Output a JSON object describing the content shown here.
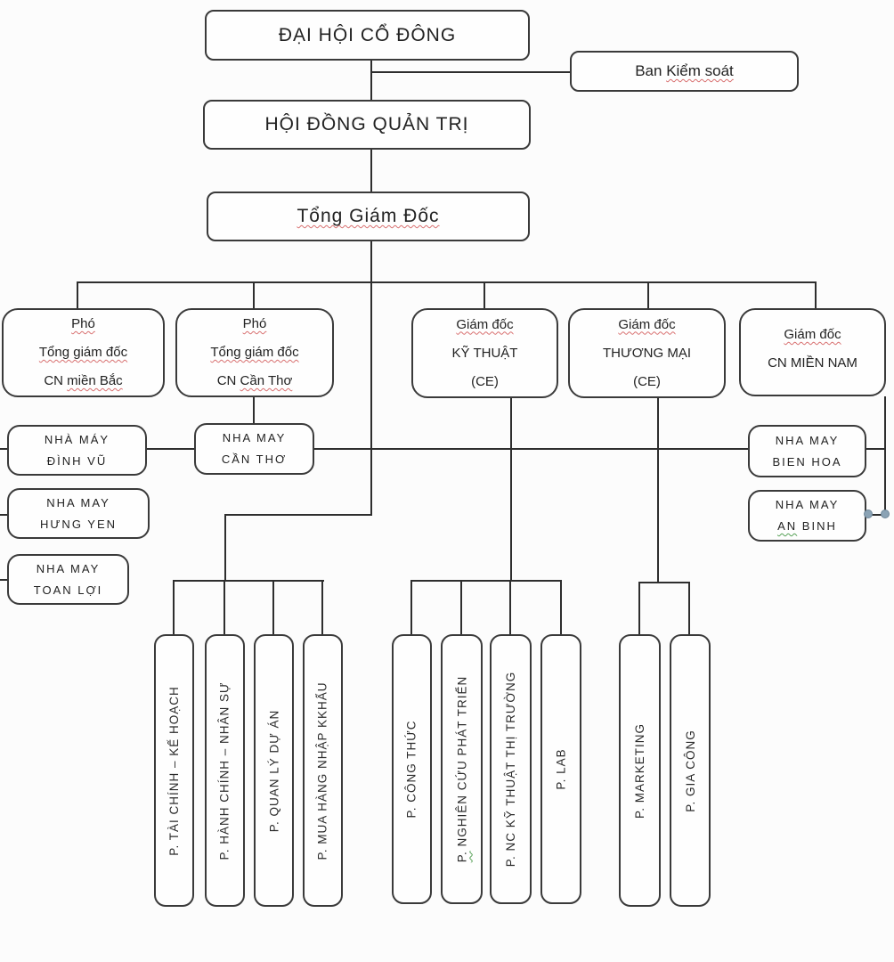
{
  "palette": {
    "line": "#2e2e2e",
    "box_border": "#3a3a3a",
    "text": "#222222",
    "squiggle_red": "#d87070",
    "squiggle_green": "#55a055",
    "selection_handle": "#8ba3b5",
    "background": "#fcfcfc"
  },
  "org": {
    "shareholders_meeting": "ĐẠI HỘI CỔ ĐÔNG",
    "supervisory_board": {
      "prefix": "Ban ",
      "flagged": "Kiểm soát"
    },
    "board_of_directors": "HỘI ĐỒNG QUẢN TRỊ",
    "general_director": "Tổng Giám Đốc",
    "deputy_north": {
      "l1": "Phó",
      "l2": "Tổng giám đốc",
      "l3a": "CN ",
      "l3b": "miền Bắc"
    },
    "deputy_can_tho": {
      "l1": "Phó",
      "l2": "Tổng giám đốc",
      "l3a": "CN ",
      "l3b": "Cần Thơ"
    },
    "director_technical": {
      "l1": "Giám đốc",
      "l2": "KỸ THUẬT",
      "l3": "(CE)"
    },
    "director_commercial": {
      "l1": "Giám đốc",
      "l2": "THƯƠNG MẠI",
      "l3": "(CE)"
    },
    "director_south": {
      "l1": "Giám đốc",
      "l2": "CN MIỀN NAM"
    },
    "factory_dinh_vu": {
      "l1": "NHÀ MÁY",
      "l2": "ĐÌNH VŨ"
    },
    "factory_hung_yen": {
      "l1": "NHA MAY",
      "l2": "HƯNG YEN"
    },
    "factory_toan_loi": {
      "l1": "NHA MAY",
      "l2": "TOAN LỢI"
    },
    "factory_can_tho": {
      "l1": "NHA MAY",
      "l2": "CẦN THƠ"
    },
    "factory_bien_hoa": {
      "l1": "NHA MAY",
      "l2": "BIEN HOA"
    },
    "factory_an_binh": {
      "l1": "NHA MAY",
      "l2a": "AN",
      "l2b": " BINH"
    },
    "dept_finance_planning": "P. TÀI CHÍNH – KẾ HOẠCH",
    "dept_admin_hr": "P. HÀNH CHÍNH – NHÂN SỰ",
    "dept_project_mgmt": "P. QUAN LÝ DỰ ÁN",
    "dept_purchasing_import": "P. MUA HÀNG NHẬP KKHẨU",
    "dept_formula": "P. CÔNG THỨC",
    "dept_rnd": {
      "prefix": "P.",
      "rest": " NGHIÊN CỨU PHÁT TRIỂN"
    },
    "dept_market_tech": "P. NC KỸ THUẬT THỊ TRƯỜNG",
    "dept_lab": "P. LAB",
    "dept_marketing": "P. MARKETING",
    "dept_processing": "P. GIA CÔNG"
  }
}
